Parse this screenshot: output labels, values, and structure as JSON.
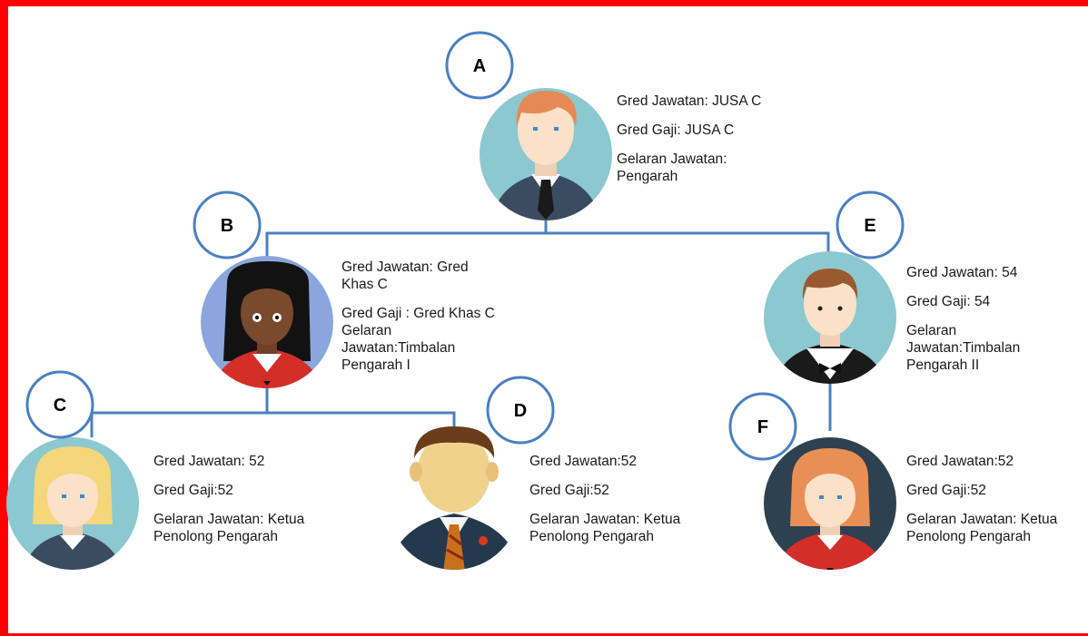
{
  "colors": {
    "frame": "#ff0000",
    "connector": "#4a80c0",
    "label_circle": "#4a80c0"
  },
  "nodes": [
    {
      "id": "A",
      "label": "A",
      "avatar": "man-ginger-hair-tie-icon",
      "gred_jawatan": "Gred Jawatan: JUSA C",
      "gred_gaji": "Gred Gaji: JUSA C",
      "gelaran": "Gelaran Jawatan: Pengarah"
    },
    {
      "id": "B",
      "label": "B",
      "avatar": "woman-dark-skin-icon",
      "gred_jawatan": "Gred Jawatan: Gred Khas C",
      "gred_gaji": "Gred Gaji : Gred Khas C",
      "gelaran": "Gelaran Jawatan:Timbalan Pengarah I"
    },
    {
      "id": "C",
      "label": "C",
      "avatar": "woman-blonde-icon",
      "gred_jawatan": "Gred Jawatan: 52",
      "gred_gaji": "Gred Gaji:52",
      "gelaran": "Gelaran Jawatan: Ketua Penolong Pengarah"
    },
    {
      "id": "D",
      "label": "D",
      "avatar": "man-suit-faceless-icon",
      "gred_jawatan": "Gred Jawatan:52",
      "gred_gaji": "Gred Gaji:52",
      "gelaran": "Gelaran Jawatan: Ketua Penolong Pengarah"
    },
    {
      "id": "E",
      "label": "E",
      "avatar": "man-bowtie-icon",
      "gred_jawatan": "Gred Jawatan: 54",
      "gred_gaji": "Gred Gaji: 54",
      "gelaran": "Gelaran Jawatan:Timbalan Pengarah II"
    },
    {
      "id": "F",
      "label": "F",
      "avatar": "woman-orange-hair-icon",
      "gred_jawatan": "Gred Jawatan:52",
      "gred_gaji": "Gred Gaji:52",
      "gelaran": "Gelaran Jawatan: Ketua Penolong Pengarah"
    }
  ],
  "display": {
    "A": {
      "l1": "Gred Jawatan: JUSA C",
      "l2": "Gred Gaji: JUSA C",
      "l3a": "Gelaran Jawatan:",
      "l3b": "Pengarah"
    },
    "B": {
      "l1a": "Gred Jawatan: Gred",
      "l1b": "Khas C",
      "l2": "Gred Gaji : Gred Khas C",
      "l3a": "Gelaran",
      "l3b": "Jawatan:Timbalan",
      "l3c": "Pengarah I"
    },
    "C": {
      "l1": "Gred Jawatan: 52",
      "l2": "Gred Gaji:52",
      "l3a": "Gelaran Jawatan: Ketua",
      "l3b": "Penolong Pengarah"
    },
    "D": {
      "l1": "Gred Jawatan:52",
      "l2": "Gred Gaji:52",
      "l3a": "Gelaran Jawatan: Ketua",
      "l3b": "Penolong Pengarah"
    },
    "E": {
      "l1": "Gred Jawatan: 54",
      "l2": "Gred Gaji: 54",
      "l3a": "Gelaran",
      "l3b": "Jawatan:Timbalan",
      "l3c": "Pengarah II"
    },
    "F": {
      "l1": "Gred Jawatan:52",
      "l2": "Gred Gaji:52",
      "l3a": "Gelaran Jawatan: Ketua",
      "l3b": "Penolong Pengarah"
    }
  },
  "edges": [
    [
      "A",
      "B"
    ],
    [
      "A",
      "E"
    ],
    [
      "B",
      "C"
    ],
    [
      "B",
      "D"
    ],
    [
      "E",
      "F"
    ]
  ]
}
